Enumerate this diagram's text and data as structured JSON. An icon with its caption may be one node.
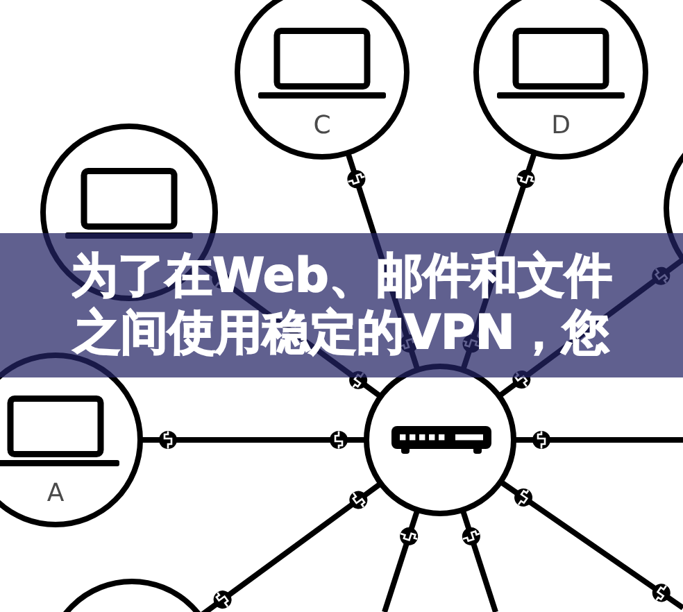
{
  "diagram": {
    "title": "为了在Web、邮件和文件之间使用稳定的VPN，您",
    "nodes": [
      {
        "text": [
          "C"
        ]
      },
      {
        "text": [
          "D"
        ]
      },
      {
        "text": [],
        "shape": "circle"
      },
      {
        "text": [],
        "shape": "circle"
      },
      {
        "text": [
          "A"
        ]
      },
      {
        "text": [],
        "shape": "circle"
      },
      {
        "text": [],
        "shape": "circle"
      }
    ],
    "edges": [
      {
        "from": 5,
        "to": 4,
        "arrow": "other"
      },
      {
        "from": 5,
        "to": 2,
        "arrow": "other"
      },
      {
        "from": 5,
        "to": 0,
        "arrow": "other"
      },
      {
        "from": 5,
        "to": 1,
        "arrow": "other"
      },
      {
        "from": 5,
        "to": 3,
        "arrow": "other"
      },
      {
        "from": 5,
        "to": null,
        "arrow": "other"
      },
      {
        "from": 5,
        "to": 6,
        "arrow": "other"
      },
      {
        "from": 5,
        "to": null,
        "arrow": "other"
      },
      {
        "from": 5,
        "to": null,
        "arrow": "other"
      },
      {
        "from": 5,
        "to": null,
        "arrow": "other"
      }
    ]
  }
}
